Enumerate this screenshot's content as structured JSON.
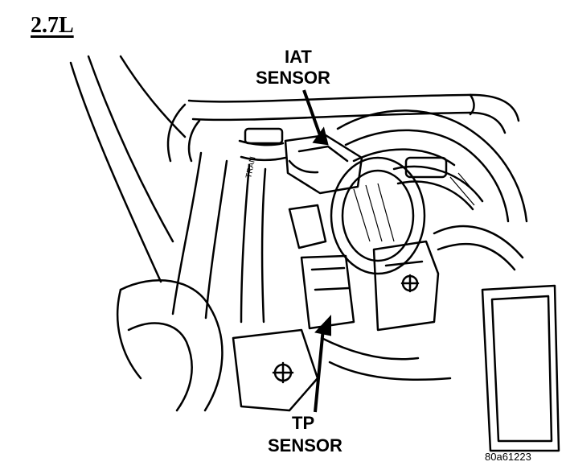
{
  "title": "2.7L",
  "labels": {
    "iat": {
      "line1": "IAT",
      "line2": "SENSOR"
    },
    "tp": {
      "line1": "TP",
      "line2": "SENSOR"
    }
  },
  "figure_id": "80a61223",
  "part_markings": {
    "hose_clip_text": "TRAN"
  }
}
